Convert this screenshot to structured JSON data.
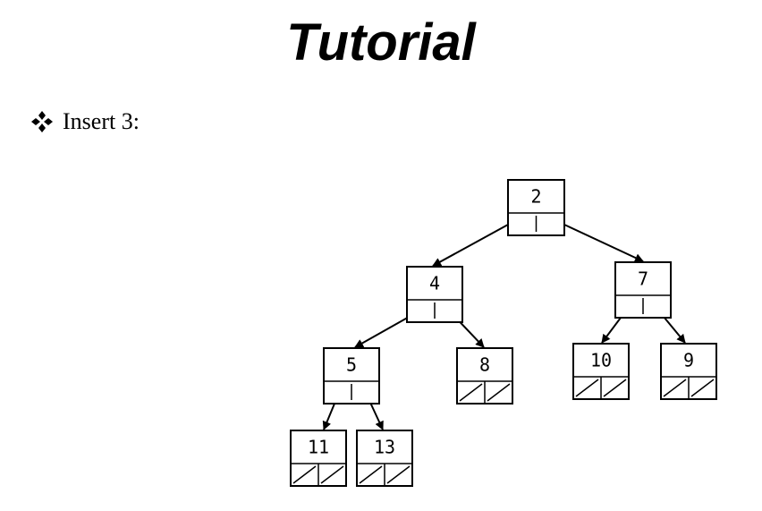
{
  "slide": {
    "title": "Tutorial",
    "bullet_text": "Insert 3:",
    "bullet_icon": "four-diamond-bullet-icon"
  },
  "tree": {
    "nodes": [
      {
        "id": "n2",
        "label": "2",
        "pointers": "split"
      },
      {
        "id": "n4",
        "label": "4",
        "pointers": "split"
      },
      {
        "id": "n7",
        "label": "7",
        "pointers": "split"
      },
      {
        "id": "n5",
        "label": "5",
        "pointers": "split"
      },
      {
        "id": "n8",
        "label": "8",
        "pointers": "null"
      },
      {
        "id": "n10",
        "label": "10",
        "pointers": "null"
      },
      {
        "id": "n9",
        "label": "9",
        "pointers": "null"
      },
      {
        "id": "n11",
        "label": "11",
        "pointers": "null"
      },
      {
        "id": "n13",
        "label": "13",
        "pointers": "null"
      }
    ],
    "edges": [
      {
        "from": "n2",
        "to": "n4"
      },
      {
        "from": "n2",
        "to": "n7"
      },
      {
        "from": "n4",
        "to": "n5"
      },
      {
        "from": "n4",
        "to": "n8"
      },
      {
        "from": "n7",
        "to": "n10"
      },
      {
        "from": "n7",
        "to": "n9"
      },
      {
        "from": "n5",
        "to": "n11"
      },
      {
        "from": "n5",
        "to": "n13"
      }
    ]
  }
}
